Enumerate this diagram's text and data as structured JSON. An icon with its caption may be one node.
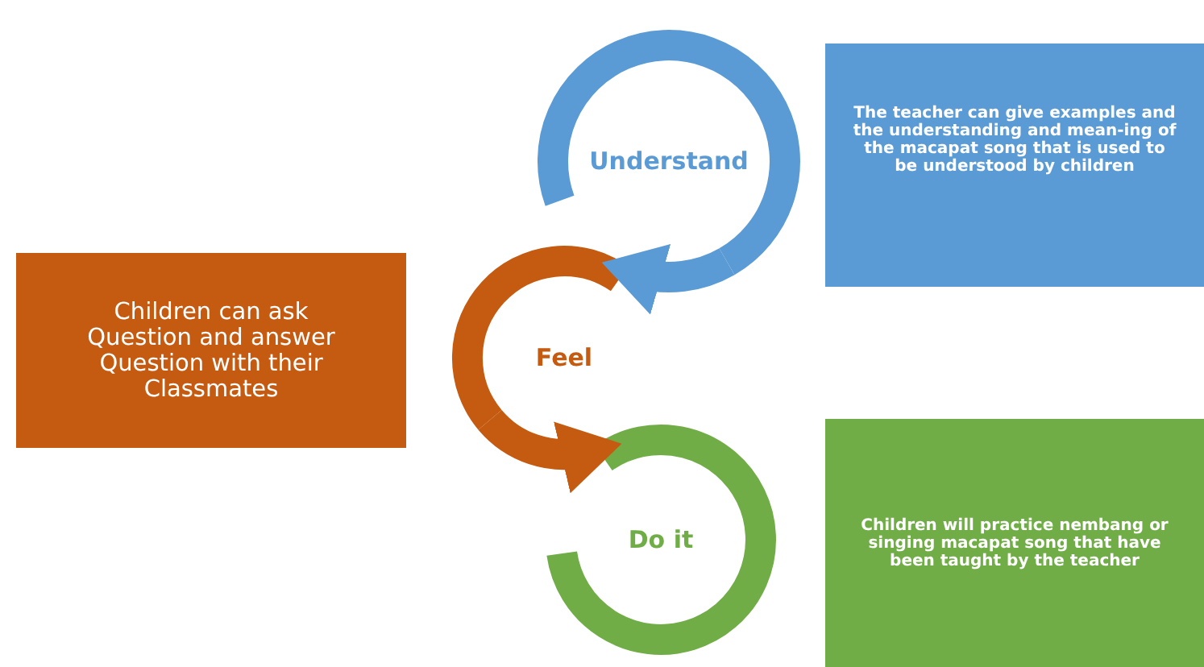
{
  "diagram": {
    "nodes": [
      {
        "text": [
          "Understand"
        ]
      },
      {
        "text": [
          "The teacher can give examples and the understanding and mean-ing of the macapat song that is used to be understood by children"
        ]
      },
      {
        "text": [
          "Children can ask Question and answer Question with their Classmates"
        ]
      },
      {
        "text": [
          "Feel"
        ]
      },
      {
        "text": [
          "Do it"
        ]
      },
      {
        "text": [
          "Children will practice nembang or singing macapat song that have been taught by the teacher"
        ]
      }
    ],
    "edges": [
      {
        "from": 0,
        "to": 3,
        "arrow": "to",
        "color": "#5b9bd5"
      },
      {
        "from": 3,
        "to": 4,
        "arrow": "to",
        "color": "#c55a11"
      }
    ]
  }
}
